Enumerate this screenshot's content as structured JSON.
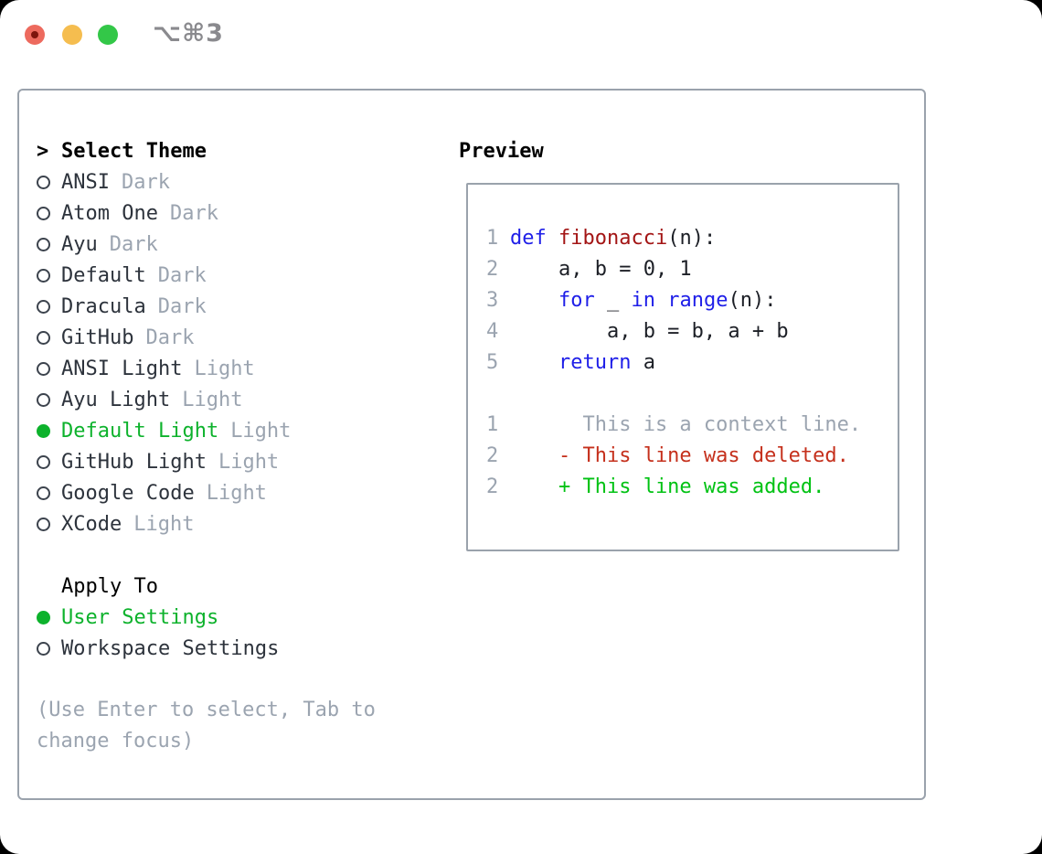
{
  "window": {
    "title": "⌥⌘3",
    "traffic_lights": [
      "close",
      "minimize",
      "zoom"
    ]
  },
  "colors": {
    "accent_green": "#0db22c",
    "keyword_blue": "#1f1fe8",
    "function_red": "#a31515",
    "diff_red": "#c5301c",
    "diff_green": "#00c213",
    "muted_gray": "#9ba4b0"
  },
  "picker": {
    "prompt_marker": ">",
    "title": "Select Theme",
    "themes": [
      {
        "name": "ANSI",
        "variant": "Dark",
        "selected": false
      },
      {
        "name": "Atom One",
        "variant": "Dark",
        "selected": false
      },
      {
        "name": "Ayu",
        "variant": "Dark",
        "selected": false
      },
      {
        "name": "Default",
        "variant": "Dark",
        "selected": false
      },
      {
        "name": "Dracula",
        "variant": "Dark",
        "selected": false
      },
      {
        "name": "GitHub",
        "variant": "Dark",
        "selected": false
      },
      {
        "name": "ANSI Light",
        "variant": "Light",
        "selected": false
      },
      {
        "name": "Ayu Light",
        "variant": "Light",
        "selected": false
      },
      {
        "name": "Default Light",
        "variant": "Light",
        "selected": true
      },
      {
        "name": "GitHub Light",
        "variant": "Light",
        "selected": false
      },
      {
        "name": "Google Code",
        "variant": "Light",
        "selected": false
      },
      {
        "name": "XCode",
        "variant": "Light",
        "selected": false
      }
    ],
    "apply_to": {
      "title": "Apply To",
      "options": [
        {
          "label": "User Settings",
          "selected": true
        },
        {
          "label": "Workspace Settings",
          "selected": false
        }
      ]
    },
    "hint": "(Use Enter to select, Tab to change focus)"
  },
  "preview": {
    "title": "Preview",
    "lines": [
      {
        "num": "1",
        "segments": [
          {
            "t": "def",
            "c": "kw"
          },
          {
            "t": " ",
            "c": "plain"
          },
          {
            "t": "fibonacci",
            "c": "fn"
          },
          {
            "t": "(n):",
            "c": "plain"
          }
        ]
      },
      {
        "num": "2",
        "segments": [
          {
            "t": "    a, b = 0, 1",
            "c": "plain"
          }
        ]
      },
      {
        "num": "3",
        "segments": [
          {
            "t": "    ",
            "c": "plain"
          },
          {
            "t": "for",
            "c": "kw"
          },
          {
            "t": " _ ",
            "c": "plain"
          },
          {
            "t": "in",
            "c": "kw"
          },
          {
            "t": " ",
            "c": "plain"
          },
          {
            "t": "range",
            "c": "kw"
          },
          {
            "t": "(n):",
            "c": "plain"
          }
        ]
      },
      {
        "num": "4",
        "segments": [
          {
            "t": "        a, b = b, a + b",
            "c": "plain"
          }
        ]
      },
      {
        "num": "5",
        "segments": [
          {
            "t": "    ",
            "c": "plain"
          },
          {
            "t": "return",
            "c": "kw"
          },
          {
            "t": " a",
            "c": "plain"
          }
        ]
      },
      {
        "num": "",
        "segments": []
      },
      {
        "num": "1",
        "segments": [
          {
            "t": "      This is a context line.",
            "c": "muted"
          }
        ]
      },
      {
        "num": "2",
        "segments": [
          {
            "t": "    - This line was deleted.",
            "c": "del"
          }
        ]
      },
      {
        "num": "2",
        "segments": [
          {
            "t": "    + This line was added.",
            "c": "add"
          }
        ]
      }
    ]
  }
}
